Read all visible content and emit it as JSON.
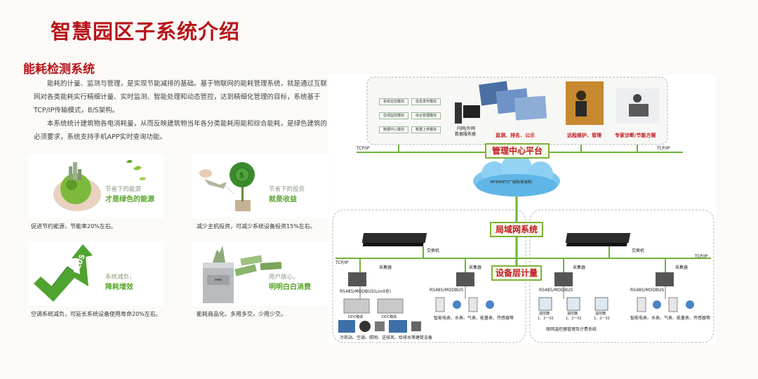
{
  "slide": {
    "title": "智慧园区子系统介绍",
    "subtitle": "能耗检测系统",
    "paragraph1": "能耗的计量、监测与管理，是实现节能减排的基础。基于物联网的能耗管理系统，就是通过互联网对各类能耗实行精细计量、实时监测、智能处理和动态管控，达到精细化管理的目标，系统基于TCP/IP传输模式，B/S架构。",
    "paragraph2": "本系统统计建筑物各电消耗量，从而反映建筑物当年各分类能耗用能和综合能耗，是绿色建筑的必须要求，系统支持手机APP实时查询功能。"
  },
  "tiles": [
    {
      "caption_line1": "节省下的能源",
      "caption_line2": "才是绿色的能源",
      "note": "促进节约能源，节能率20%左右。"
    },
    {
      "caption_line1": "节省下的投资",
      "caption_line2": "就是收益",
      "note": "减少主机投资，可减少系统设备投资15%左右。"
    },
    {
      "caption_line1": "系统减负，",
      "caption_line2": "降耗增效",
      "note": "空调系统减负，可延长系统设备使用寿命20%左右。",
      "plus_label": "PLUS"
    },
    {
      "caption_line1": "用户放心，",
      "caption_line2": "明明白白消费",
      "note": "能耗商品化，多用多交，少用少交。"
    }
  ],
  "diagram": {
    "modules": [
      "系统总控模块",
      "信息发布模块",
      "在线监控模块",
      "综合管理模块",
      "数据中心模块",
      "数据上传模块"
    ],
    "server_label_line1": "内网/外网",
    "server_label_line2": "数据服务器",
    "caption_monitor": "监测、排名、公示",
    "caption_remote": "远程维护、管理",
    "caption_expert": "专家诊断/节能方案",
    "mgmt_center": "管理中心平台",
    "internet": "INTERNET(广域网/局域网)",
    "lan_system": "局域网系统",
    "device_metering": "设备层计量",
    "tcpip": "TCP/IP",
    "switch": "交换机",
    "collector": "采集器",
    "rs485_left": "RS485/MODBUS(Lonil总)",
    "rs485_generic": "RS485/MODBUS",
    "ddc": "DDC箱体",
    "left_caption": "冷热站、空调、照明、送排风、给排水等建筑设备",
    "meters_caption": "智能电表、水表、气表、能量表、传感器等",
    "room_line1": "温控器",
    "room_line2": "1、2一32",
    "room_system_caption": "联网温控器管理及计费系统"
  }
}
